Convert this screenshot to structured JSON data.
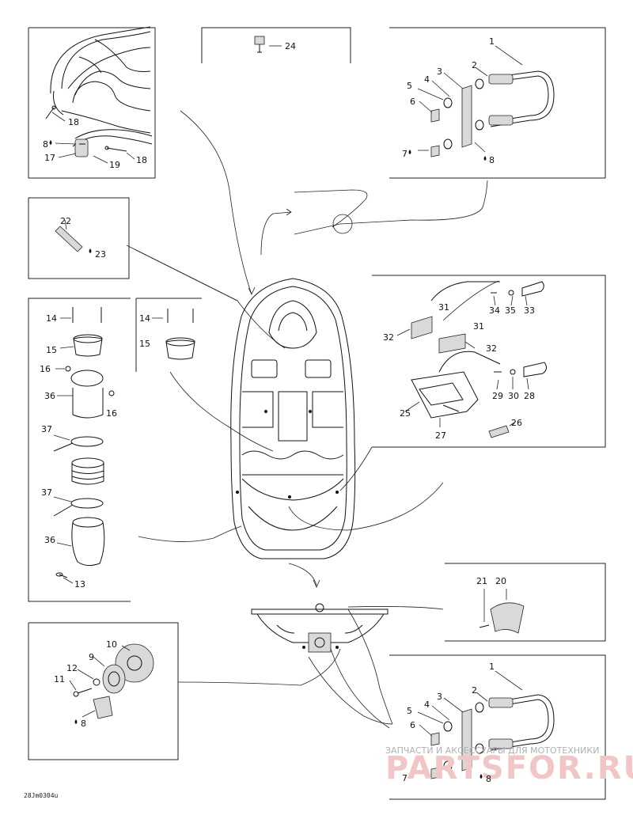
{
  "diagram_code": "28Jm0304u",
  "watermark": {
    "tagline": "ЗАПЧАСТИ И АКСЕССУАРЫ ДЛЯ МОТОТЕХНИКИ",
    "brand": "PARTSFOR.RU"
  },
  "callouts": {
    "c1": "1",
    "c2": "2",
    "c3": "3",
    "c4": "4",
    "c5": "5",
    "c6": "6",
    "c7": "7",
    "c8": "8",
    "c9": "9",
    "c10": "10",
    "c11": "11",
    "c12": "12",
    "c13": "13",
    "c14": "14",
    "c15": "15",
    "c16": "16",
    "c17": "17",
    "c18": "18",
    "c19": "19",
    "c20": "20",
    "c21": "21",
    "c22": "22",
    "c23": "23",
    "c24": "24",
    "c25": "25",
    "c26": "26",
    "c27": "27",
    "c28": "28",
    "c29": "29",
    "c30": "30",
    "c31": "31",
    "c32": "32",
    "c33": "33",
    "c34": "34",
    "c35": "35",
    "c36": "36",
    "c37": "37"
  }
}
